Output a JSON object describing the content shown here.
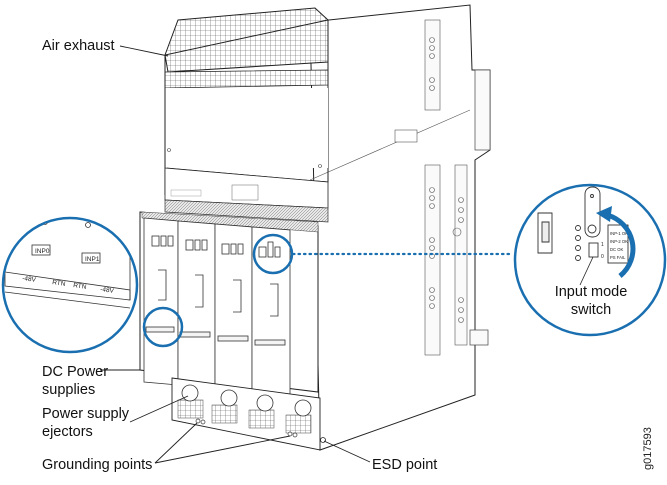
{
  "figure": {
    "id": "g017593",
    "accent_color": "#1a6fb0",
    "callouts": {
      "air_exhaust": "Air exhaust",
      "dc_power_supplies": "DC Power\nsupplies",
      "power_supply_ejectors": "Power supply\nejectors",
      "grounding_points": "Grounding points",
      "esd_point": "ESD point",
      "input_mode_switch": "Input mode\nswitch"
    },
    "left_detail": {
      "labels": [
        "INP0",
        "INP1"
      ],
      "terminals": [
        "-48V",
        "RTN",
        "RTN",
        "-48V"
      ]
    },
    "right_detail": {
      "switch_positions": [
        "1",
        "0"
      ],
      "leds": [
        "INP-1 OK",
        "INP-2 OK",
        "DC OK",
        "PS FAIL"
      ]
    },
    "psu_count": 4
  }
}
